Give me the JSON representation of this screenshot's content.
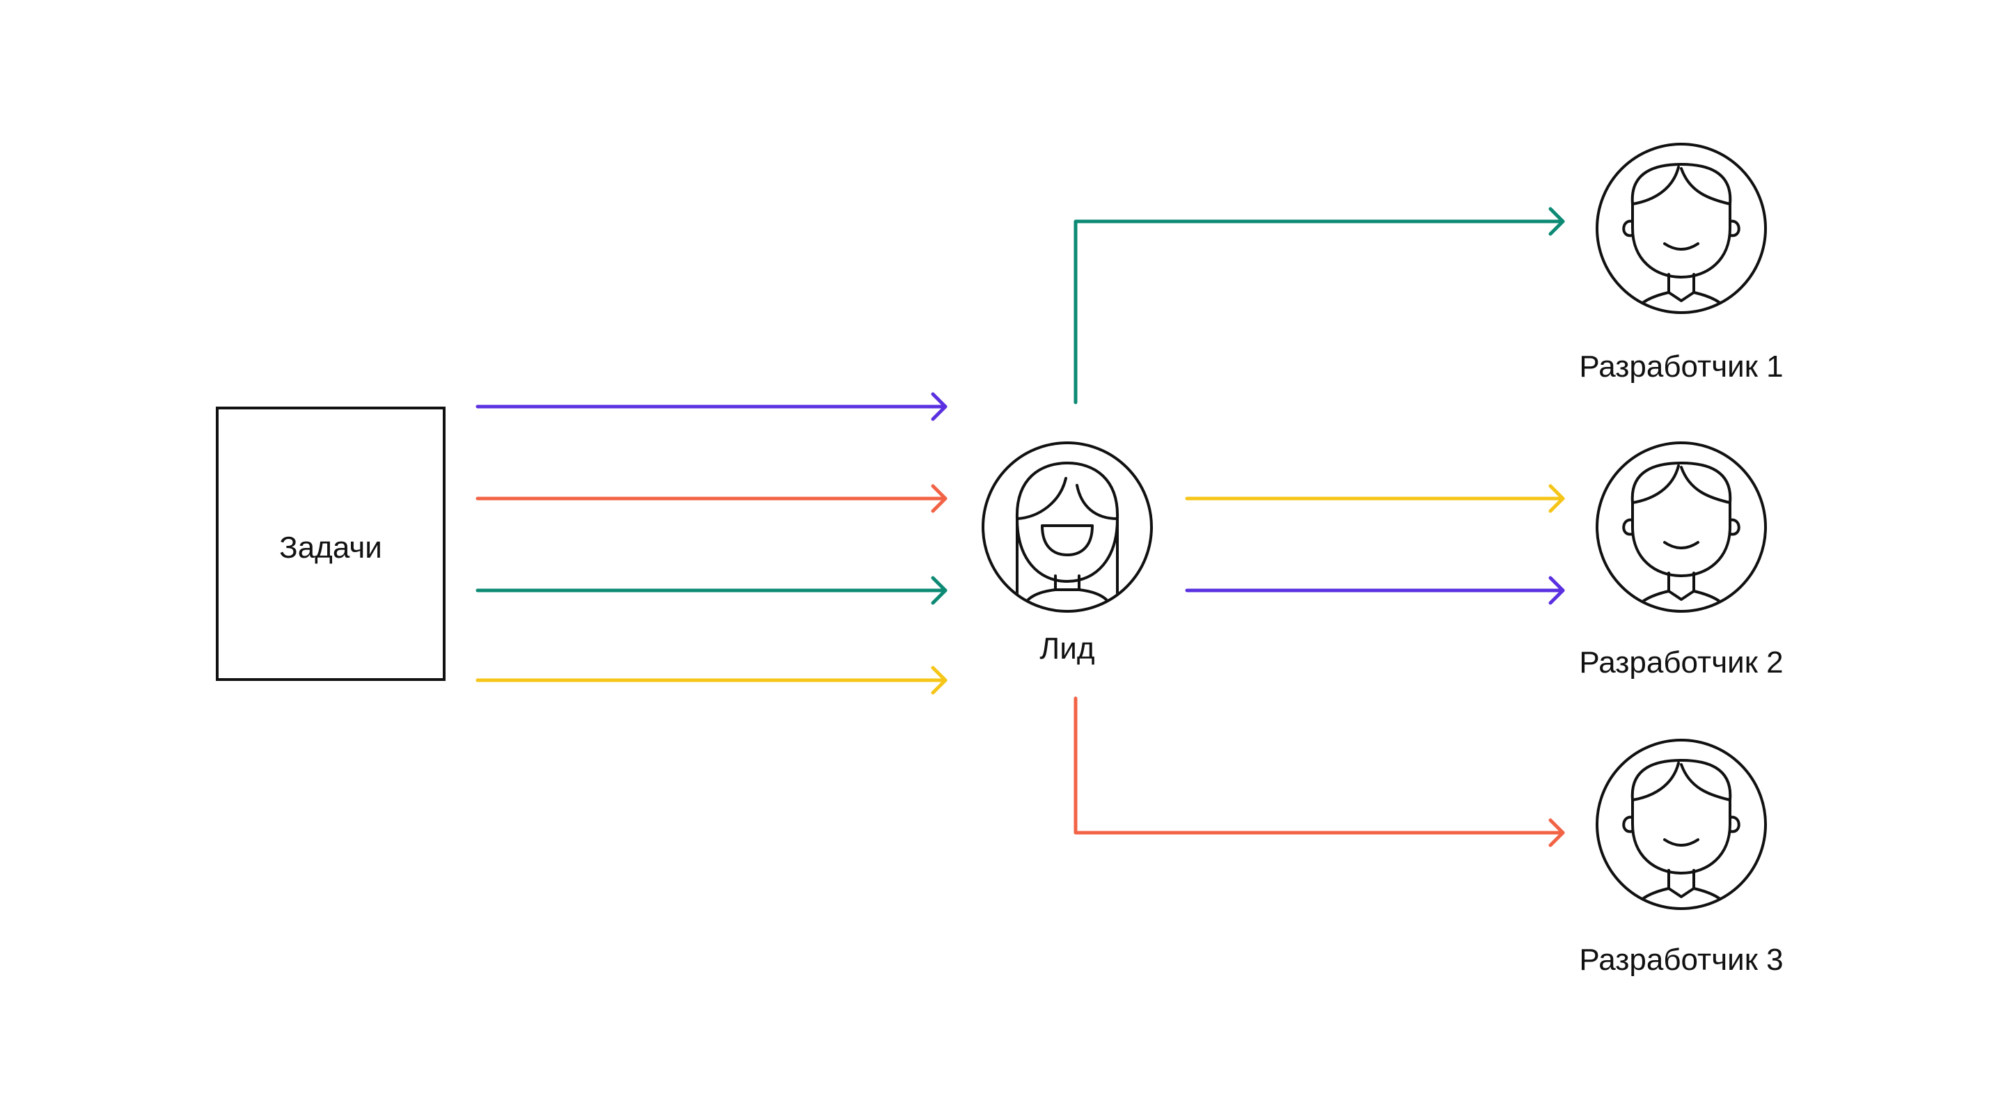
{
  "nodes": {
    "tasks": {
      "label": "Задачи"
    },
    "lead": {
      "label": "Лид"
    },
    "developers": [
      {
        "label": "Разработчик 1"
      },
      {
        "label": "Разработчик 2"
      },
      {
        "label": "Разработчик 3"
      }
    ]
  },
  "edges": [
    {
      "from": "Задачи",
      "to": "Лид",
      "color": "#5a30e0"
    },
    {
      "from": "Задачи",
      "to": "Лид",
      "color": "#f26346"
    },
    {
      "from": "Задачи",
      "to": "Лид",
      "color": "#0c8a74"
    },
    {
      "from": "Задачи",
      "to": "Лид",
      "color": "#f5c518"
    },
    {
      "from": "Лид",
      "to": "Разработчик 1",
      "color": "#0c8a74"
    },
    {
      "from": "Лид",
      "to": "Разработчик 2",
      "color": "#f5c518"
    },
    {
      "from": "Лид",
      "to": "Разработчик 2",
      "color": "#5a30e0"
    },
    {
      "from": "Лид",
      "to": "Разработчик 3",
      "color": "#f26346"
    }
  ],
  "colors": {
    "outline": "#111111",
    "background": "#ffffff"
  }
}
